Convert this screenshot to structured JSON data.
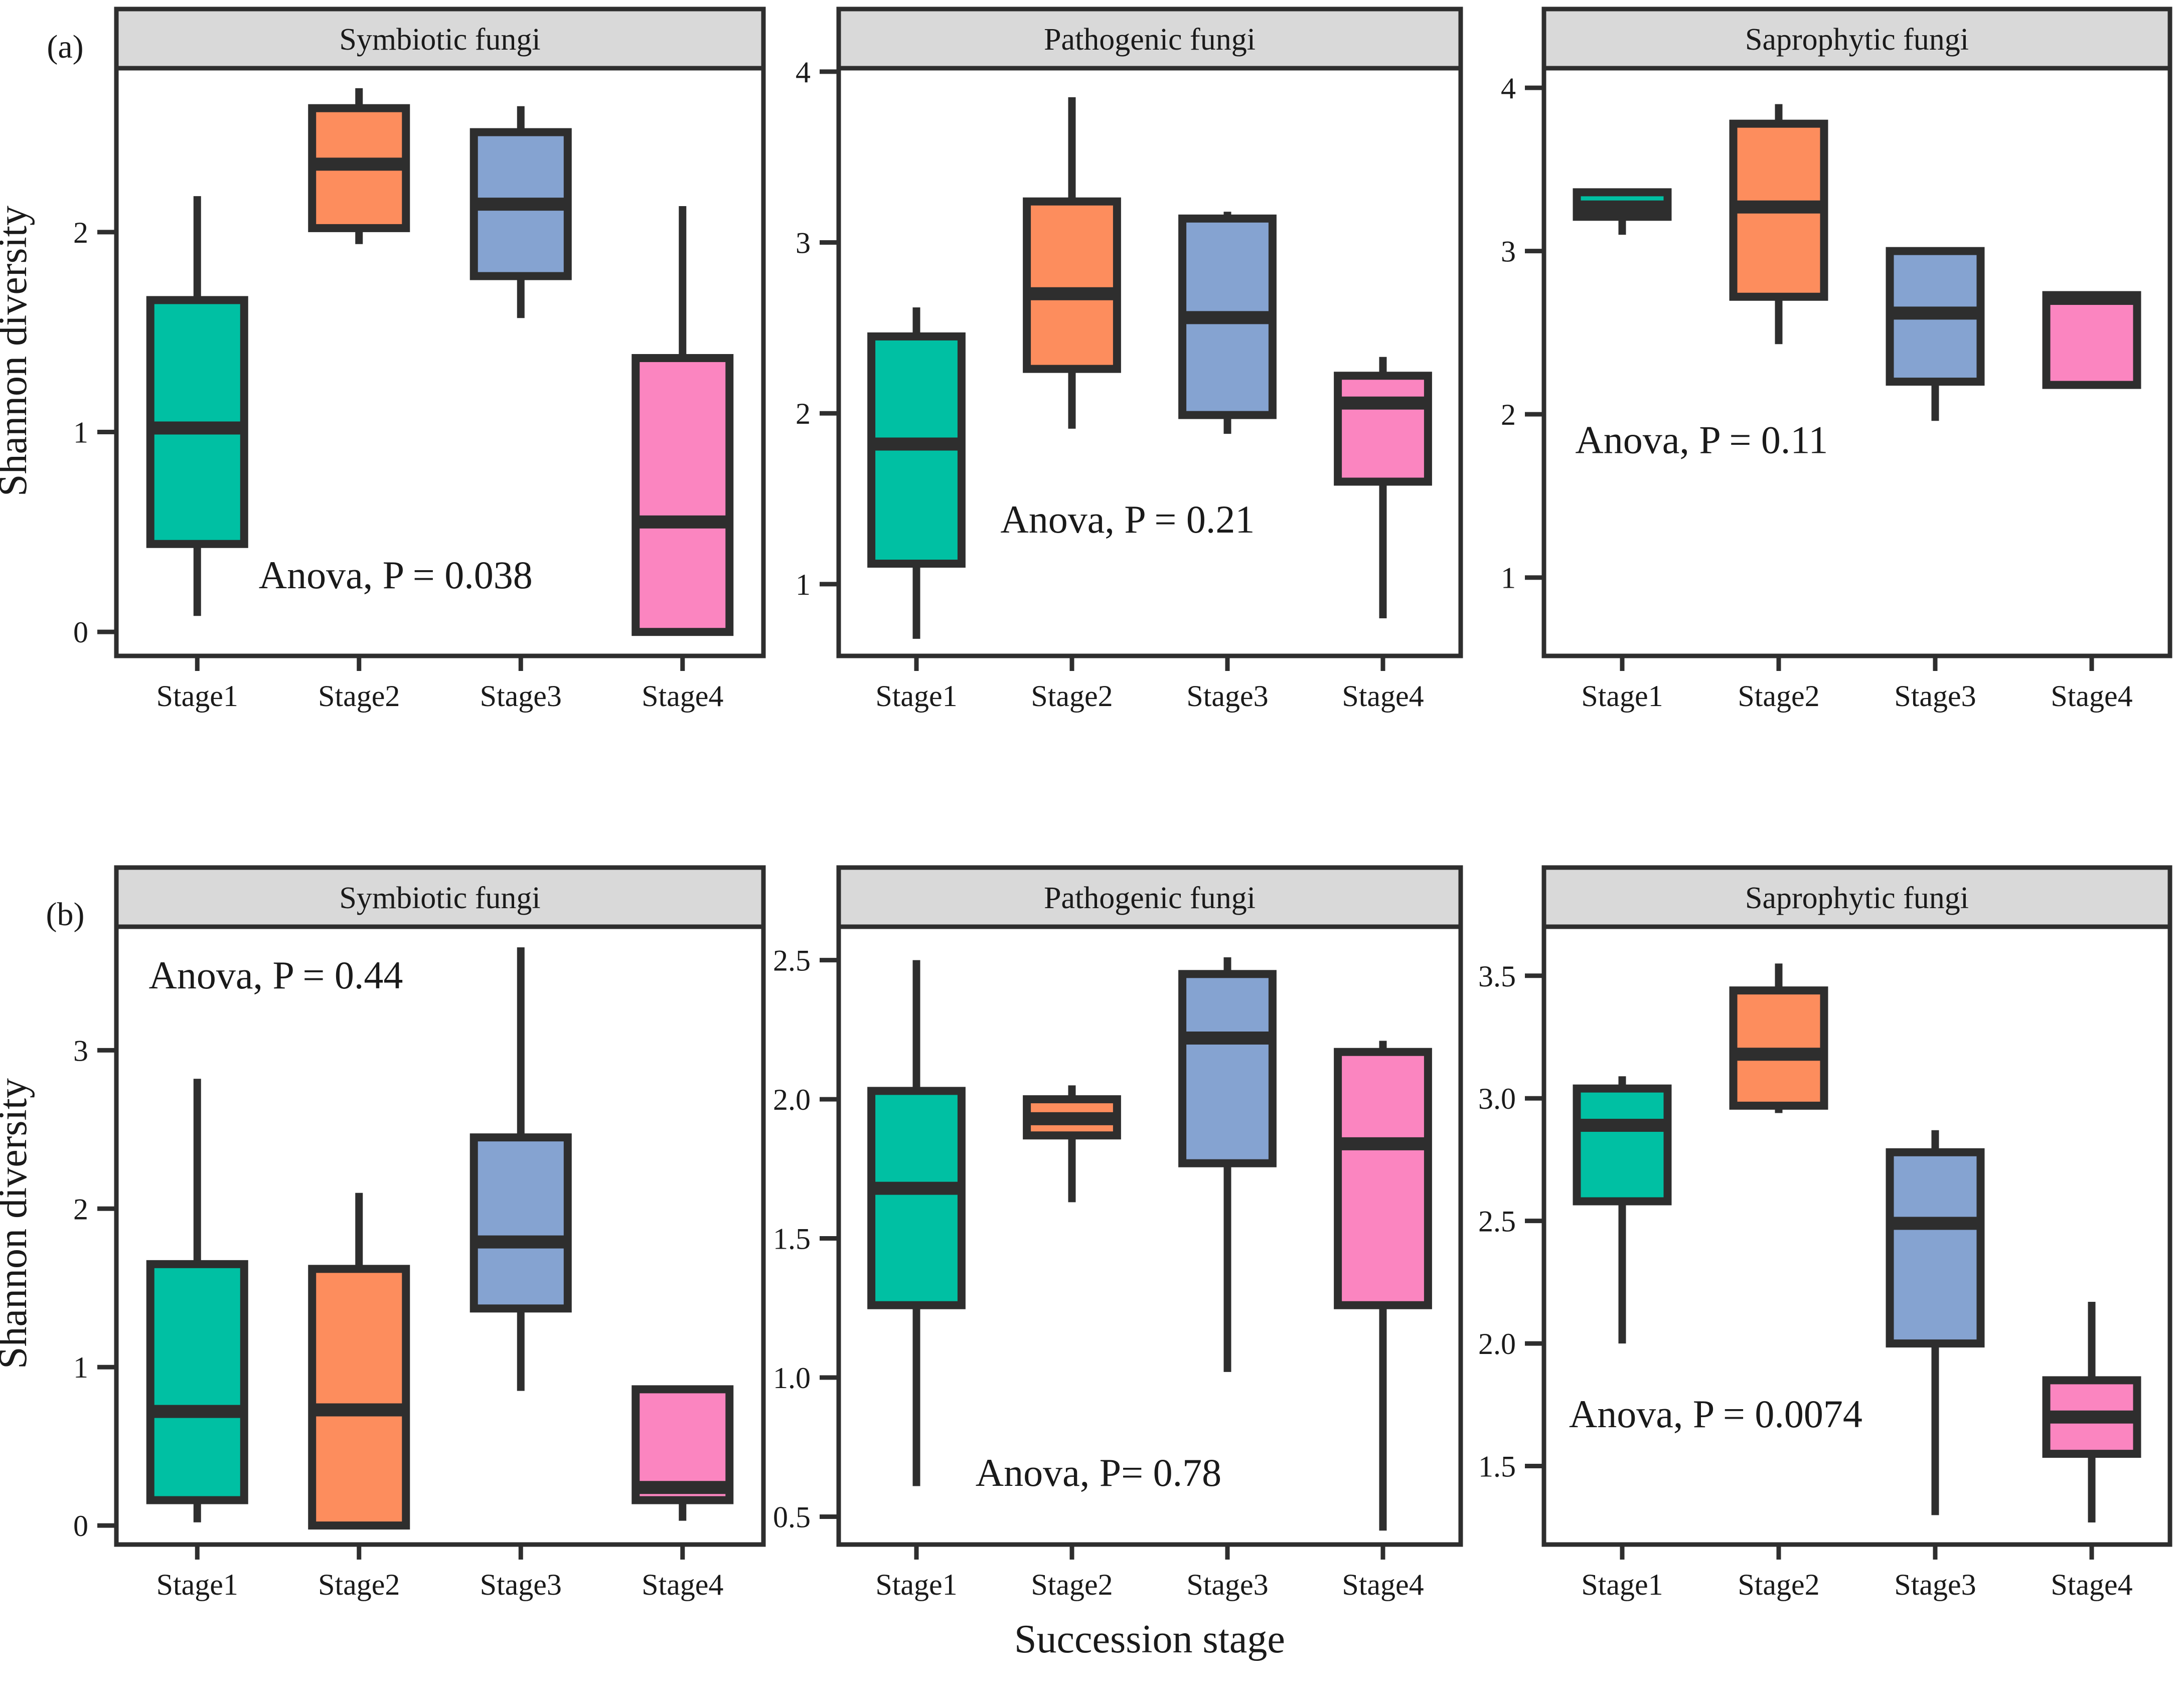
{
  "figure": {
    "y_axis_title": "Shannon diversity",
    "x_axis_title": "Succession stage",
    "panel_tags": [
      "(a)",
      "(b)"
    ],
    "categories": [
      "Stage1",
      "Stage2",
      "Stage3",
      "Stage4"
    ],
    "colors": {
      "stage1": "#00c0a3",
      "stage2": "#fd8d5d",
      "stage3": "#85a3d1",
      "stage4": "#fb85c0",
      "stroke": "#2e2e2e",
      "strip_fill": "#d9d9d9",
      "panel_fill": "#ffffff"
    }
  },
  "chart_data": [
    {
      "type": "box",
      "panel_row": "a",
      "panel_col": 0,
      "title": "Symbiotic fungi",
      "xlabel": "",
      "ylabel": "Shannon diversity",
      "annotation": "Anova, P = 0.038",
      "categories": [
        "Stage1",
        "Stage2",
        "Stage3",
        "Stage4"
      ],
      "yticks": [
        0,
        1,
        2
      ],
      "yticklabels": [
        "0",
        "1",
        "2"
      ],
      "ylim": [
        -0.12,
        2.82
      ],
      "boxes": [
        {
          "category": "Stage1",
          "color": "#00c0a3",
          "min": 0.08,
          "q1": 0.44,
          "median": 1.02,
          "q3": 1.66,
          "max": 2.18
        },
        {
          "category": "Stage2",
          "color": "#fd8d5d",
          "min": 1.94,
          "q1": 2.02,
          "median": 2.34,
          "q3": 2.62,
          "max": 2.72
        },
        {
          "category": "Stage3",
          "color": "#85a3d1",
          "min": 1.57,
          "q1": 1.78,
          "median": 2.14,
          "q3": 2.5,
          "max": 2.63
        },
        {
          "category": "Stage4",
          "color": "#fb85c0",
          "min": 0.0,
          "q1": 0.0,
          "median": 0.55,
          "q3": 1.37,
          "max": 2.13
        }
      ]
    },
    {
      "type": "box",
      "panel_row": "a",
      "panel_col": 1,
      "title": "Pathogenic fungi",
      "xlabel": "",
      "ylabel": "",
      "annotation": "Anova, P = 0.21",
      "categories": [
        "Stage1",
        "Stage2",
        "Stage3",
        "Stage4"
      ],
      "yticks": [
        1,
        2,
        3,
        4
      ],
      "yticklabels": [
        "1",
        "2",
        "3",
        "4"
      ],
      "ylim": [
        0.58,
        4.02
      ],
      "boxes": [
        {
          "category": "Stage1",
          "color": "#00c0a3",
          "min": 0.68,
          "q1": 1.12,
          "median": 1.82,
          "q3": 2.45,
          "max": 2.62
        },
        {
          "category": "Stage2",
          "color": "#fd8d5d",
          "min": 1.91,
          "q1": 2.26,
          "median": 2.7,
          "q3": 3.24,
          "max": 3.85
        },
        {
          "category": "Stage3",
          "color": "#85a3d1",
          "min": 1.88,
          "q1": 1.99,
          "median": 2.56,
          "q3": 3.14,
          "max": 3.18
        },
        {
          "category": "Stage4",
          "color": "#fb85c0",
          "min": 0.8,
          "q1": 1.6,
          "median": 2.06,
          "q3": 2.22,
          "max": 2.33
        }
      ]
    },
    {
      "type": "box",
      "panel_row": "a",
      "panel_col": 2,
      "title": "Saprophytic fungi",
      "xlabel": "",
      "ylabel": "",
      "annotation": "Anova, P = 0.11",
      "categories": [
        "Stage1",
        "Stage2",
        "Stage3",
        "Stage4"
      ],
      "yticks": [
        1,
        2,
        3,
        4
      ],
      "yticklabels": [
        "1",
        "2",
        "3",
        "4"
      ],
      "ylim": [
        0.52,
        4.12
      ],
      "boxes": [
        {
          "category": "Stage1",
          "color": "#00c0a3",
          "min": 3.1,
          "q1": 3.21,
          "median": 3.27,
          "q3": 3.36,
          "max": 3.36
        },
        {
          "category": "Stage2",
          "color": "#fd8d5d",
          "min": 2.43,
          "q1": 2.72,
          "median": 3.27,
          "q3": 3.78,
          "max": 3.9
        },
        {
          "category": "Stage3",
          "color": "#85a3d1",
          "min": 1.96,
          "q1": 2.2,
          "median": 2.62,
          "q3": 3.0,
          "max": 3.02
        },
        {
          "category": "Stage4",
          "color": "#fb85c0",
          "min": 2.18,
          "q1": 2.18,
          "median": 2.71,
          "q3": 2.73,
          "max": 2.73
        }
      ]
    },
    {
      "type": "box",
      "panel_row": "b",
      "panel_col": 0,
      "title": "Symbiotic fungi",
      "xlabel": "",
      "ylabel": "Shannon diversity",
      "annotation": "Anova, P = 0.44",
      "categories": [
        "Stage1",
        "Stage2",
        "Stage3",
        "Stage4"
      ],
      "yticks": [
        0,
        1,
        2,
        3
      ],
      "yticklabels": [
        "0",
        "1",
        "2",
        "3"
      ],
      "ylim": [
        -0.12,
        3.78
      ],
      "boxes": [
        {
          "category": "Stage1",
          "color": "#00c0a3",
          "min": 0.02,
          "q1": 0.16,
          "median": 0.72,
          "q3": 1.65,
          "max": 2.82
        },
        {
          "category": "Stage2",
          "color": "#fd8d5d",
          "min": 0.0,
          "q1": 0.0,
          "median": 0.73,
          "q3": 1.62,
          "max": 2.1
        },
        {
          "category": "Stage3",
          "color": "#85a3d1",
          "min": 0.85,
          "q1": 1.37,
          "median": 1.79,
          "q3": 2.45,
          "max": 3.65
        },
        {
          "category": "Stage4",
          "color": "#fb85c0",
          "min": 0.03,
          "q1": 0.16,
          "median": 0.24,
          "q3": 0.86,
          "max": 0.86
        }
      ]
    },
    {
      "type": "box",
      "panel_row": "b",
      "panel_col": 1,
      "title": "Pathogenic fungi",
      "xlabel": "Succession stage",
      "ylabel": "",
      "annotation": "Anova, P= 0.78",
      "categories": [
        "Stage1",
        "Stage2",
        "Stage3",
        "Stage4"
      ],
      "yticks": [
        0.5,
        1.0,
        1.5,
        2.0,
        2.5
      ],
      "yticklabels": [
        "0.5",
        "1.0",
        "1.5",
        "2.0",
        "2.5"
      ],
      "ylim": [
        0.4,
        2.62
      ],
      "boxes": [
        {
          "category": "Stage1",
          "color": "#00c0a3",
          "min": 0.61,
          "q1": 1.26,
          "median": 1.68,
          "q3": 2.03,
          "max": 2.5
        },
        {
          "category": "Stage2",
          "color": "#fd8d5d",
          "min": 1.63,
          "q1": 1.87,
          "median": 1.93,
          "q3": 2.0,
          "max": 2.05
        },
        {
          "category": "Stage3",
          "color": "#85a3d1",
          "min": 1.02,
          "q1": 1.77,
          "median": 2.22,
          "q3": 2.45,
          "max": 2.51
        },
        {
          "category": "Stage4",
          "color": "#fb85c0",
          "min": 0.45,
          "q1": 1.26,
          "median": 1.84,
          "q3": 2.17,
          "max": 2.21
        }
      ]
    },
    {
      "type": "box",
      "panel_row": "b",
      "panel_col": 2,
      "title": "Saprophytic fungi",
      "xlabel": "",
      "ylabel": "",
      "annotation": "Anova, P = 0.0074",
      "categories": [
        "Stage1",
        "Stage2",
        "Stage3",
        "Stage4"
      ],
      "yticks": [
        1.5,
        2.0,
        2.5,
        3.0,
        3.5
      ],
      "yticklabels": [
        "1.5",
        "2.0",
        "2.5",
        "3.0",
        "3.5"
      ],
      "ylim": [
        1.18,
        3.7
      ],
      "boxes": [
        {
          "category": "Stage1",
          "color": "#00c0a3",
          "min": 2.0,
          "q1": 2.58,
          "median": 2.89,
          "q3": 3.04,
          "max": 3.09
        },
        {
          "category": "Stage2",
          "color": "#fd8d5d",
          "min": 2.94,
          "q1": 2.97,
          "median": 3.18,
          "q3": 3.44,
          "max": 3.55
        },
        {
          "category": "Stage3",
          "color": "#85a3d1",
          "min": 1.3,
          "q1": 2.0,
          "median": 2.49,
          "q3": 2.78,
          "max": 2.87
        },
        {
          "category": "Stage4",
          "color": "#fb85c0",
          "min": 1.27,
          "q1": 1.55,
          "median": 1.7,
          "q3": 1.85,
          "max": 2.17
        }
      ]
    }
  ]
}
